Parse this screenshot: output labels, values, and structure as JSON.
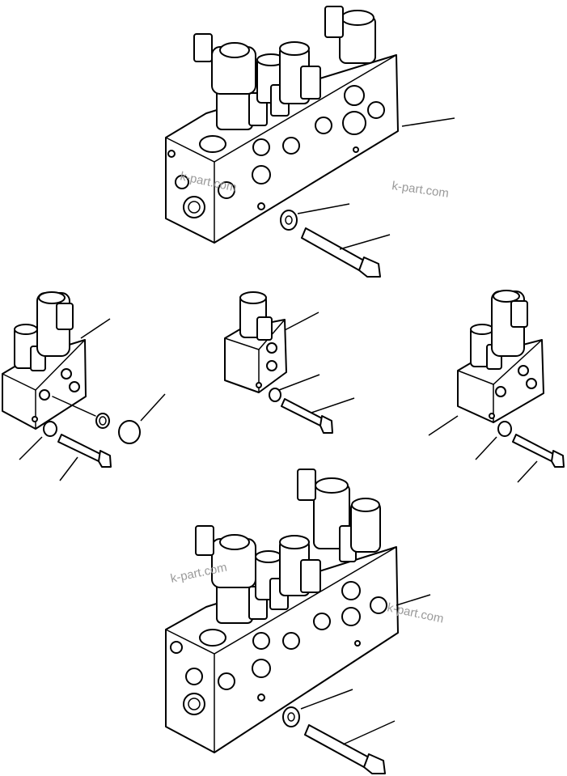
{
  "watermarks": [
    {
      "text": "k-part.com"
    },
    {
      "text": "k-part.com"
    },
    {
      "text": "k-part.com"
    },
    {
      "text": "k-part.com"
    }
  ],
  "colors": {
    "line": "#000000",
    "background": "#ffffff",
    "watermark": "#9a9a9a"
  }
}
